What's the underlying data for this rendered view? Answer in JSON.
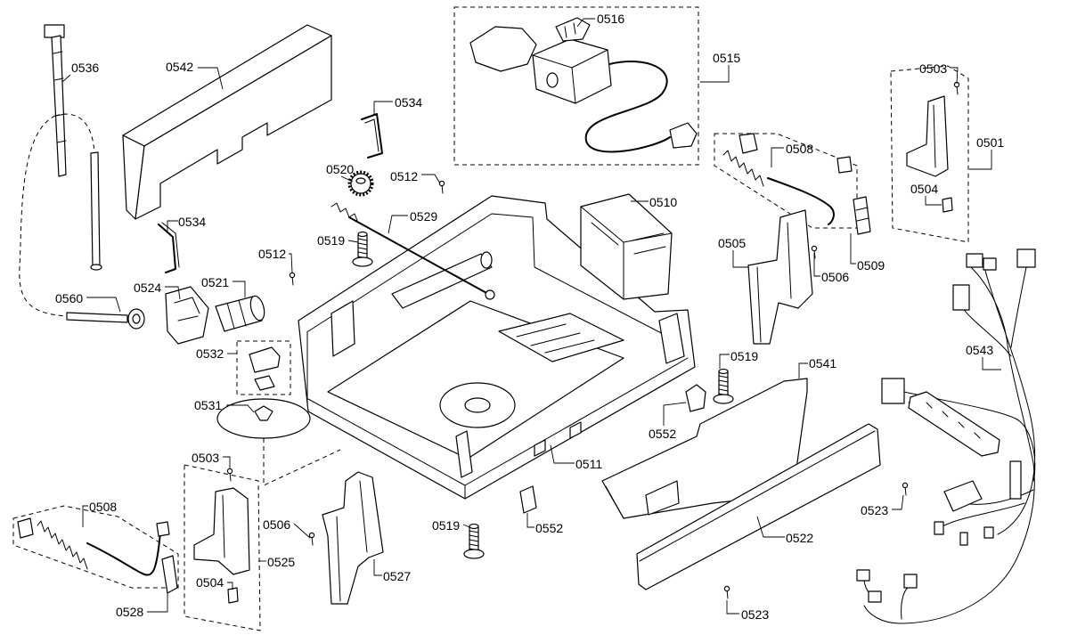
{
  "callouts": [
    "0536",
    "0542",
    "0516",
    "0515",
    "0503",
    "0501",
    "0504",
    "0534",
    "0508",
    "0520",
    "0512",
    "0510",
    "0529",
    "0534",
    "0519",
    "0512",
    "0505",
    "0509",
    "0506",
    "0560",
    "0524",
    "0521",
    "0532",
    "0519",
    "0541",
    "0543",
    "0531",
    "0552",
    "0503",
    "0511",
    "0523",
    "0508",
    "0506",
    "0519",
    "0552",
    "0522",
    "0525",
    "0504",
    "0527",
    "0528",
    "0523"
  ]
}
